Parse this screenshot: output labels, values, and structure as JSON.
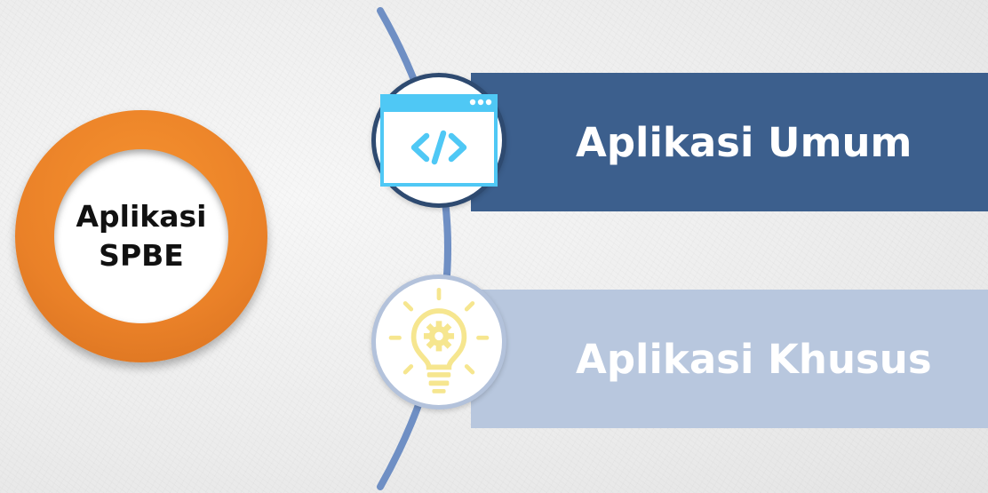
{
  "center": {
    "line1": "Aplikasi",
    "line2": "SPBE"
  },
  "items": [
    {
      "label": "Aplikasi Umum",
      "icon": "code-window-icon",
      "color": "#3c5f8d"
    },
    {
      "label": "Aplikasi Khusus",
      "icon": "lightbulb-gear-icon",
      "color": "#b8c7de"
    }
  ],
  "colors": {
    "accent_orange": "#ea8128",
    "connector": "#6f8fc4",
    "icon_blue": "#4fc8f5",
    "icon_yellow": "#f6e68f"
  }
}
